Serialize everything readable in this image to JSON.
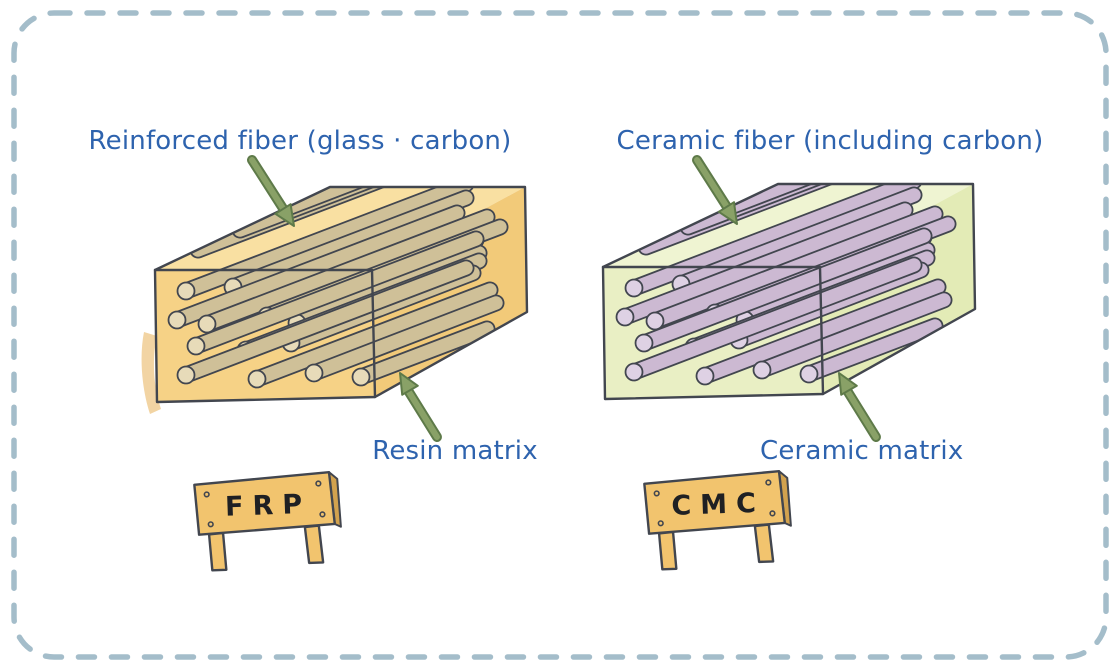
{
  "figure": {
    "left": {
      "fiber_label": "Reinforced fiber (glass · carbon)",
      "matrix_label": "Resin matrix",
      "sign": "FRP"
    },
    "right": {
      "fiber_label": "Ceramic fiber (including carbon)",
      "matrix_label": "Ceramic matrix",
      "sign": "CMC"
    }
  },
  "colors": {
    "border_dash": "#a4bdca",
    "label_text": "#2e63ae",
    "ink": "#42464f",
    "arrow_fill": "#89a167",
    "arrow_outline": "#5e7a49",
    "smudge": "#e8b158",
    "frp_matrix": "#f6d286",
    "frp_matrix_top": "#f9e0a2",
    "frp_matrix_side": "#f2ca79",
    "frp_fiber": "#cfc098",
    "frp_fiber_cap": "#e7dbb9",
    "cmc_matrix": "#e9efc4",
    "cmc_matrix_top": "#eff4d2",
    "cmc_matrix_side": "#e3ebb6",
    "cmc_fiber": "#ccb9d2",
    "cmc_fiber_cap": "#ded1e4",
    "sign_wood": "#f2c46e",
    "sign_wood_dark": "#d2a24e",
    "sign_text": "#1f2023"
  }
}
